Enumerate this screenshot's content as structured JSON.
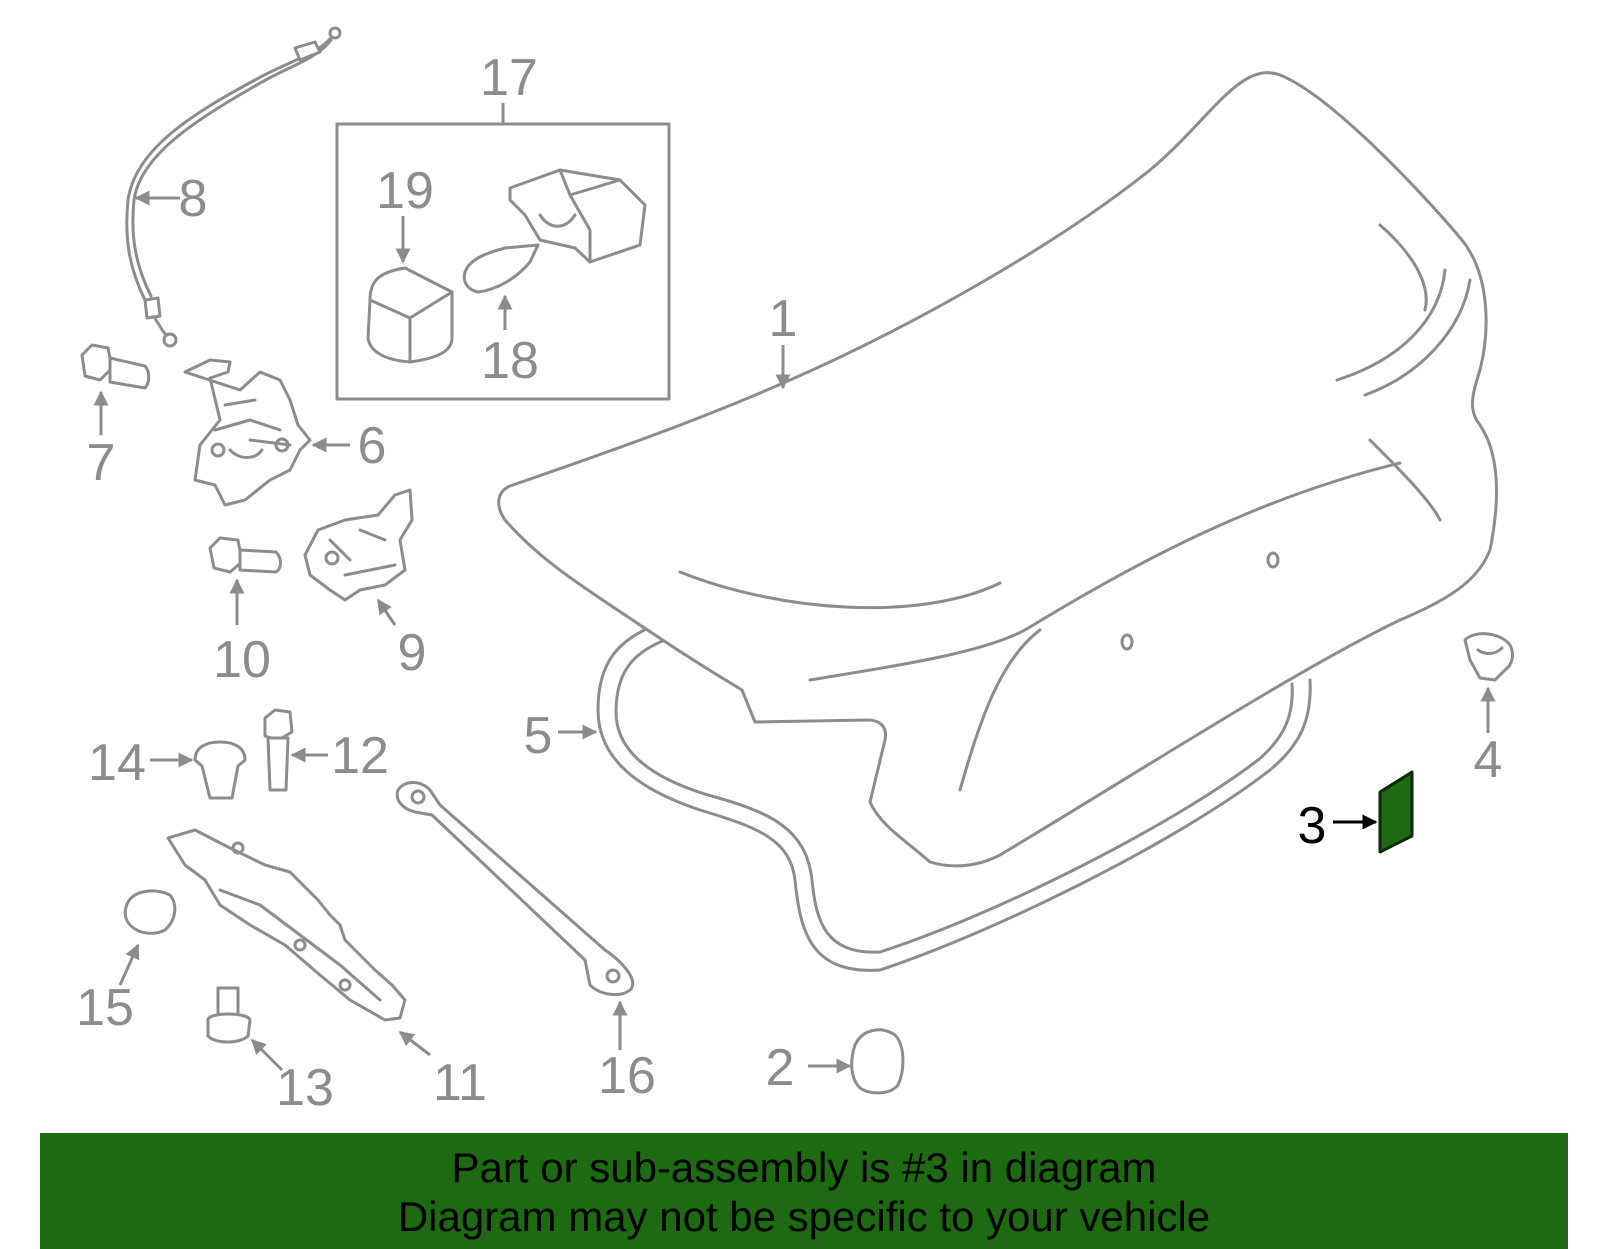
{
  "callouts": {
    "c1": "1",
    "c2": "2",
    "c3": "3",
    "c4": "4",
    "c5": "5",
    "c6": "6",
    "c7": "7",
    "c8": "8",
    "c9": "9",
    "c10": "10",
    "c11": "11",
    "c12": "12",
    "c13": "13",
    "c14": "14",
    "c15": "15",
    "c16": "16",
    "c17": "17",
    "c18": "18",
    "c19": "19"
  },
  "highlight": {
    "part": "3",
    "color": "#1e6a12"
  },
  "banner": {
    "line1": "Part or sub-assembly is #3 in diagram",
    "line2": "Diagram may not be specific to your vehicle",
    "background": "#1e6a12"
  },
  "colors": {
    "line_art": "#8c8c8c",
    "highlight_label": "#000000"
  }
}
